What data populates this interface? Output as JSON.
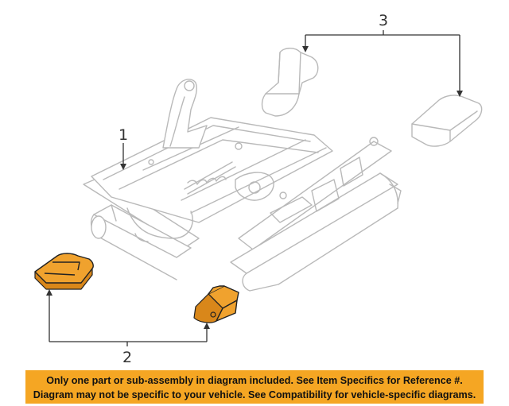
{
  "callouts": {
    "part_1": "1",
    "part_2": "2",
    "part_3": "3"
  },
  "disclaimer": {
    "line1": "Only one part or sub-assembly in diagram included. See Item Specifics for Reference #.",
    "line2": "Diagram may not be specific to your vehicle. See Compatibility for vehicle-specific diagrams."
  },
  "colors": {
    "highlight_part": "#f0a22e",
    "ghost_line": "#b9b9b9",
    "banner": "#f5a623"
  }
}
